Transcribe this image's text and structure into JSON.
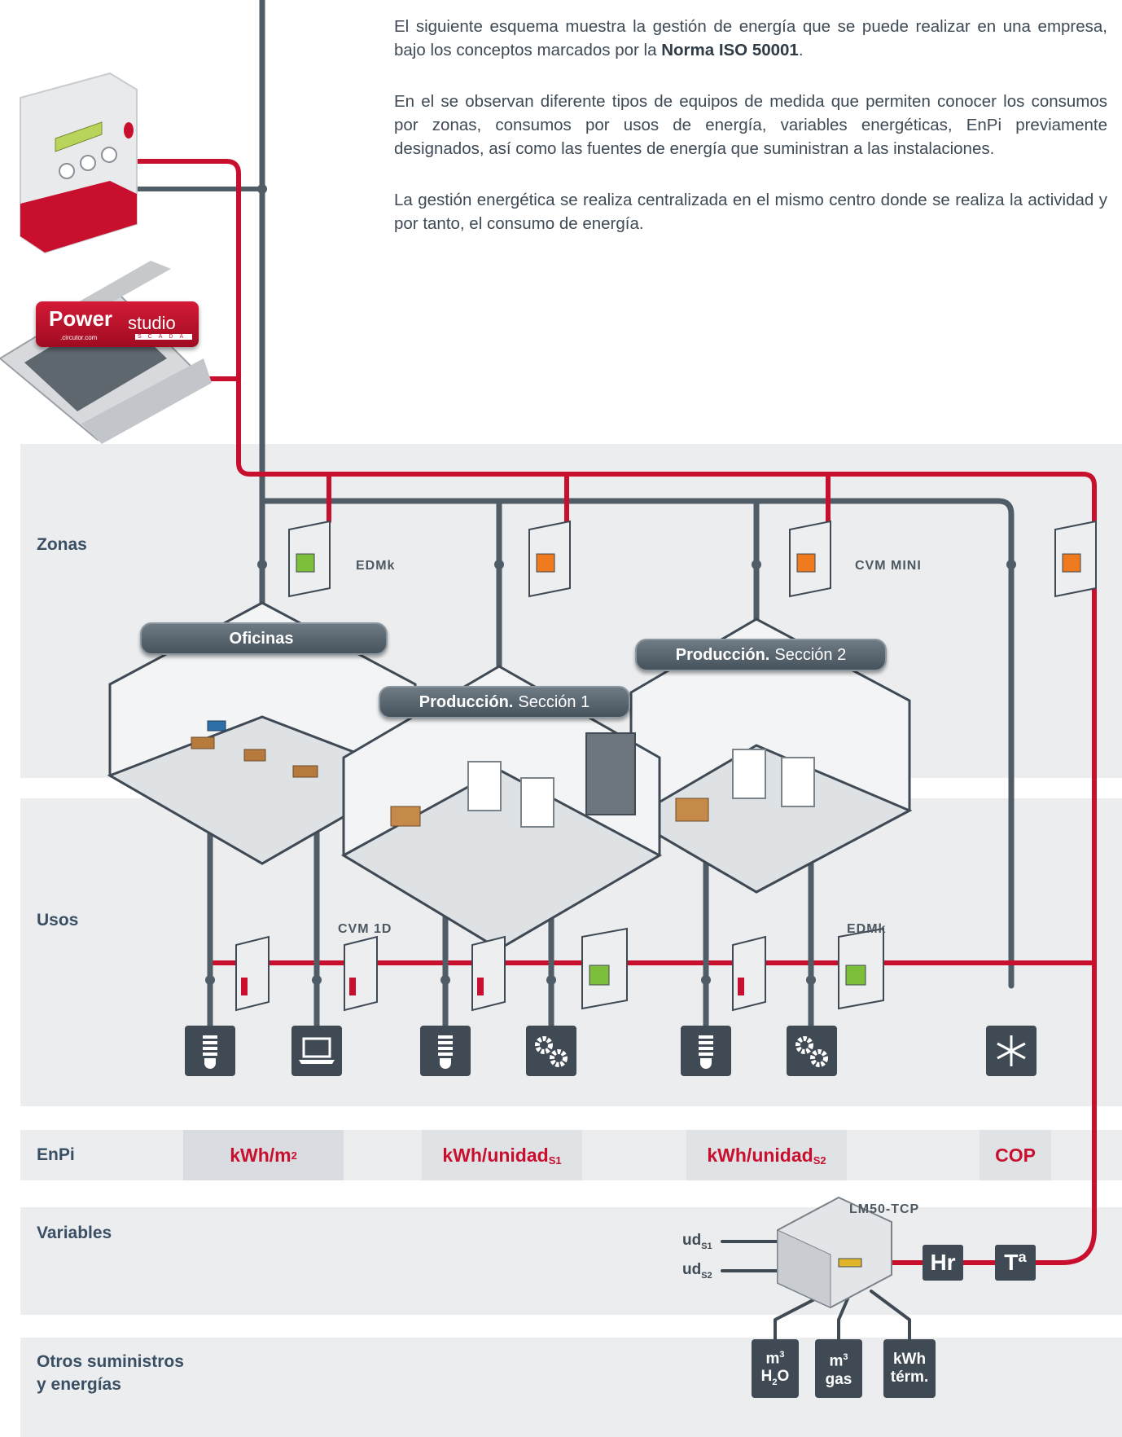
{
  "intro": {
    "p1_pre": "El siguiente esquema muestra la gestión de energía que se puede realizar en una empresa, bajo los conceptos marcados por la ",
    "p1_bold": "Norma ISO 50001",
    "p1_post": ".",
    "p2": "En el se observan diferente tipos de equipos de medida que  permiten conocer los consumos por zonas, consumos por usos de energía, variables energéticas, EnPi previamente designados, así como las fuentes de energía que suministran a las instalaciones.",
    "p3": "La gestión energética se realiza centralizada en el mismo centro donde se realiza la actividad y por tanto, el consumo de energía."
  },
  "software": {
    "brand": "Power",
    "product": "studio",
    "sub": ".circutor.com",
    "badge": "SCADA"
  },
  "rows": {
    "zonas": "Zonas",
    "usos": "Usos",
    "enpi": "EnPi",
    "variables": "Variables",
    "otros_line1": "Otros suministros",
    "otros_line2": "y energías"
  },
  "devices": {
    "edmk_top": "EDMk",
    "cvm_mini": "CVM MINI",
    "cvm_1d": "CVM 1D",
    "edmk_usos": "EDMk",
    "lm50": "LM50-TCP"
  },
  "zones": {
    "oficinas": "Oficinas",
    "prod1_bold": "Producción.",
    "prod1_rest": "Sección 1",
    "prod2_bold": "Producción.",
    "prod2_rest": "Sección 2"
  },
  "enpi": {
    "kwh_m2": "kWh/m",
    "kwh_m2_sup": "2",
    "kwh_u": "kWh/unidad",
    "s1": "S1",
    "s2": "S2",
    "cop": "COP"
  },
  "usage_icons": [
    "lightbulb-icon",
    "laptop-icon",
    "lightbulb-icon",
    "gears-icon",
    "lightbulb-icon",
    "gears-icon",
    "snowflake-icon"
  ],
  "variables": {
    "ud": "ud",
    "s1": "S1",
    "s2": "S2",
    "hr": "Hr",
    "ta": "Tª"
  },
  "supplies": {
    "m3": "m",
    "sup3": "3",
    "h": "H",
    "sub2": "2",
    "o": "O",
    "gas": "gas",
    "kwh": "kWh",
    "term": "térm."
  },
  "colors": {
    "red": "#c8102e",
    "gray": "#505c66",
    "band": "#ebedef"
  }
}
